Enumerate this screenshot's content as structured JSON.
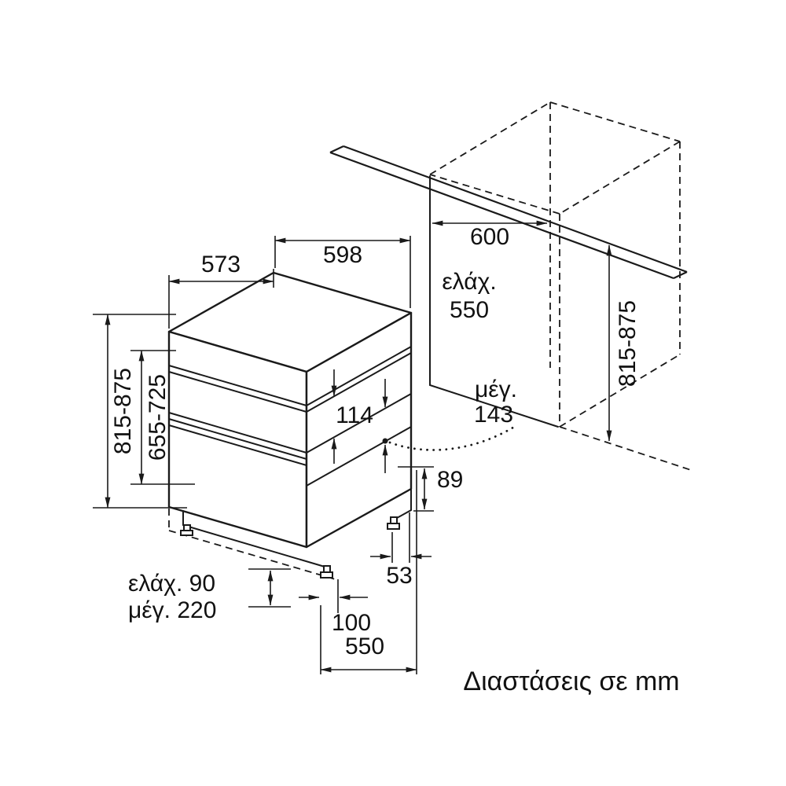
{
  "title": "Διαστάσεις σε mm",
  "labels": {
    "depth_top": "573",
    "width_top": "598",
    "cabinet_depth": "600",
    "niche_min_prefix": "ελάχ.",
    "niche_min_value": "550",
    "appliance_height_left": "815-875",
    "front_panel_height": "655-725",
    "niche_height_right": "815-875",
    "control_panel_height": "114",
    "door_overlap_prefix": "μέγ.",
    "door_overlap_value": "143",
    "base_rear_height": "89",
    "rear_foot_offset": "53",
    "plinth_min": "ελάχ. 90",
    "plinth_max": "μέγ. 220",
    "front_foot_offset": "100",
    "installation_depth": "550"
  }
}
